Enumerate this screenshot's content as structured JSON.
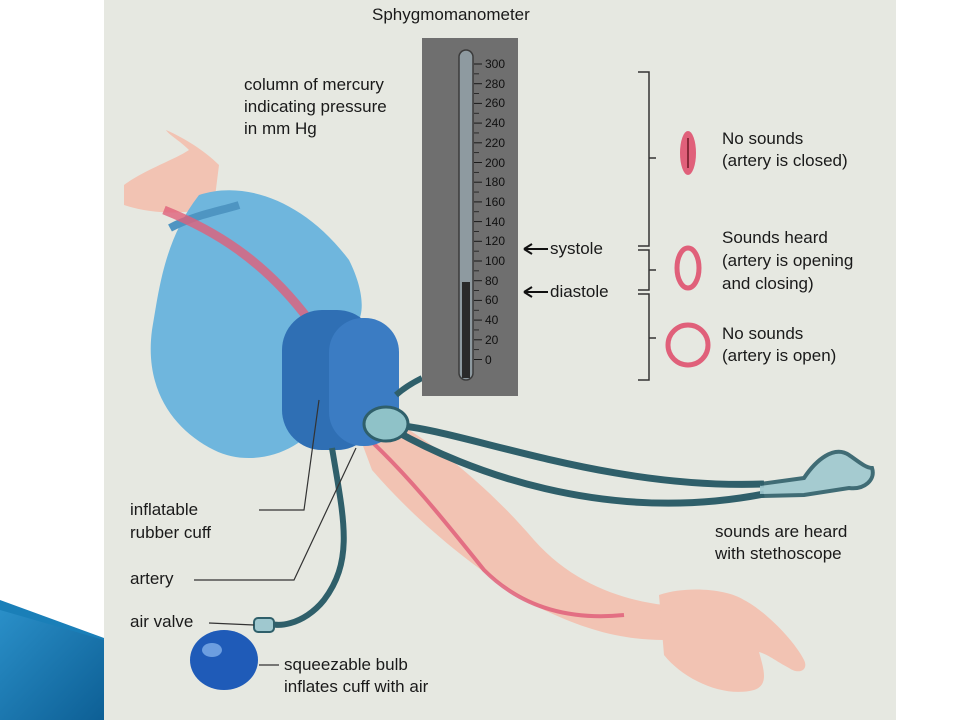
{
  "title": "Sphygmomanometer",
  "mercury_label": [
    "column of mercury",
    "indicating pressure",
    "in mm Hg"
  ],
  "scale_ticks": [
    "300",
    "280",
    "260",
    "240",
    "220",
    "200",
    "180",
    "160",
    "140",
    "120",
    "100",
    "80",
    "60",
    "40",
    "20",
    "0"
  ],
  "systole": "systole",
  "diastole": "diastole",
  "states": [
    {
      "lines": [
        "No sounds",
        "(artery is closed)"
      ],
      "icon": "closed-artery-icon"
    },
    {
      "lines": [
        "Sounds heard",
        "(artery is opening",
        "and closing)"
      ],
      "icon": "partially-open-artery-icon"
    },
    {
      "lines": [
        "No sounds",
        "(artery is open)"
      ],
      "icon": "open-artery-icon"
    }
  ],
  "cuff_label": [
    "inflatable",
    "rubber cuff"
  ],
  "artery_label": "artery",
  "valve_label": "air valve",
  "bulb_label": [
    "squeezable bulb",
    "inflates cuff with air"
  ],
  "stethoscope_label": [
    "sounds are heard",
    "with stethoscope"
  ],
  "colors": {
    "figure_bg": "#e6e8e1",
    "cuff": "#2f6fb4",
    "sleeve": "#6fb6dd",
    "tube": "#2f5f6a",
    "artery": "#e0607a",
    "skin": "#f2c3b3"
  }
}
